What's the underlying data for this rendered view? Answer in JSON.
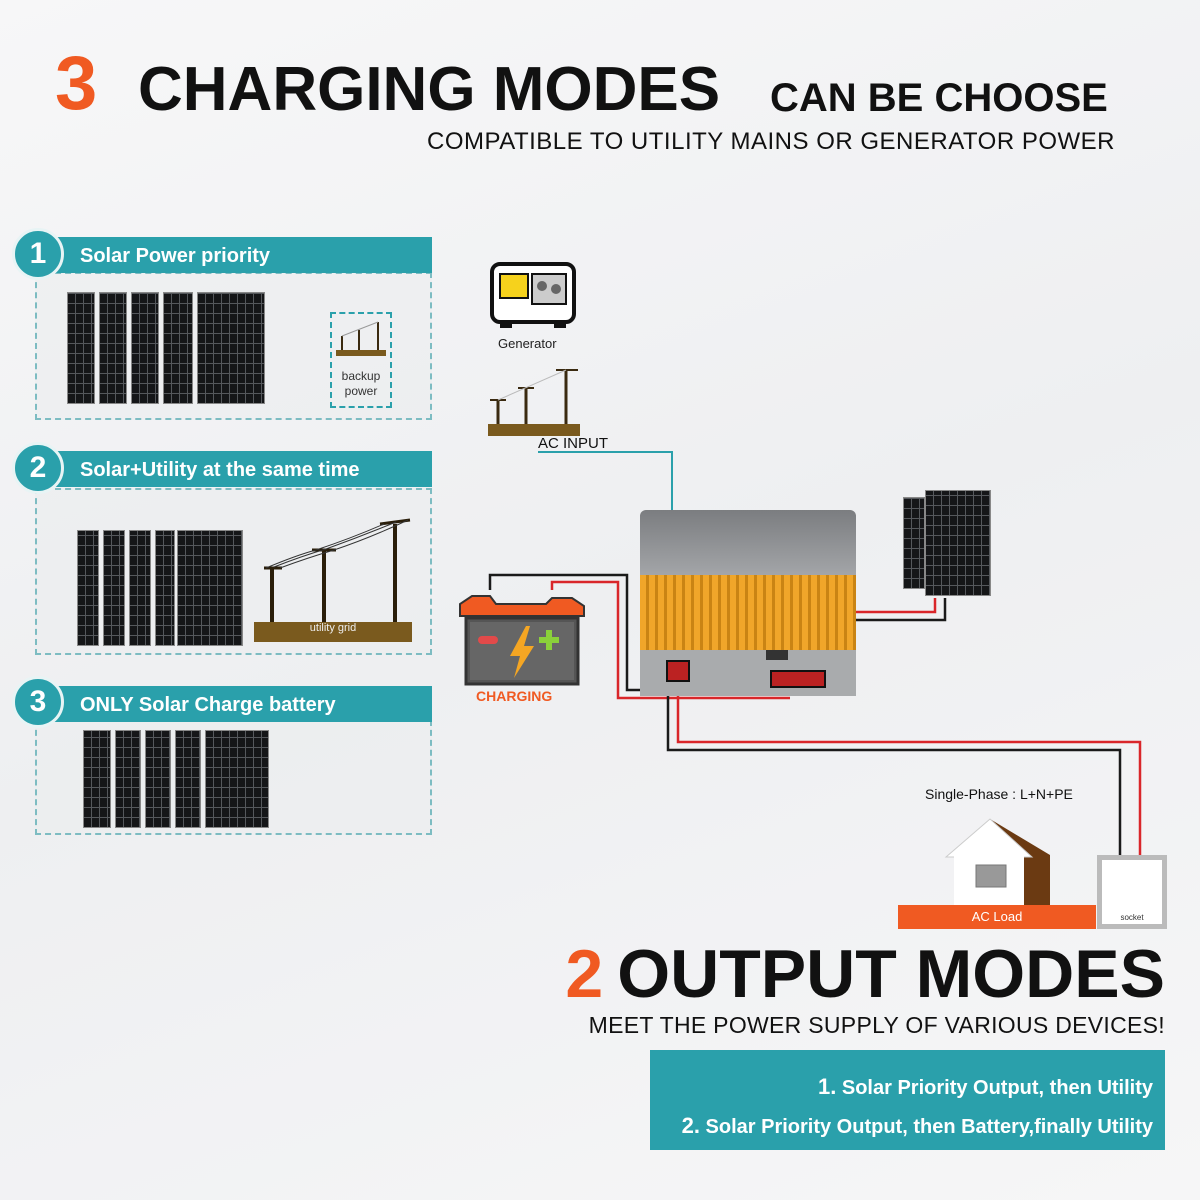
{
  "header": {
    "number": "3",
    "title": "CHARGING MODES",
    "title_suffix": "CAN BE CHOOSE",
    "subtitle": "COMPATIBLE TO UTILITY MAINS OR GENERATOR POWER"
  },
  "charging_modes": [
    {
      "number": "1",
      "label": "Solar Power priority",
      "extra_label": "backup power"
    },
    {
      "number": "2",
      "label": "Solar+Utility at the same time",
      "extra_label": "utility grid"
    },
    {
      "number": "3",
      "label": "ONLY Solar Charge battery"
    }
  ],
  "diagram": {
    "generator_label": "Generator",
    "ac_input_label": "AC INPUT",
    "charging_label": "CHARGING",
    "phase_label": "Single-Phase : L+N+PE",
    "ac_load_label": "AC Load",
    "socket_label": "socket",
    "colors": {
      "teal": "#2aa0ab",
      "orange": "#f05a22",
      "wire_red": "#d9262a",
      "wire_black": "#1a1a1a",
      "inverter_orange": "#f0a62a"
    }
  },
  "output": {
    "number": "2",
    "title": "OUTPUT MODES",
    "subtitle": "MEET THE POWER SUPPLY OF VARIOUS DEVICES!",
    "modes": [
      {
        "number": "1.",
        "label": "Solar Priority Output, then Utility"
      },
      {
        "number": "2.",
        "label": "Solar Priority Output, then Battery,finally Utility"
      }
    ]
  }
}
